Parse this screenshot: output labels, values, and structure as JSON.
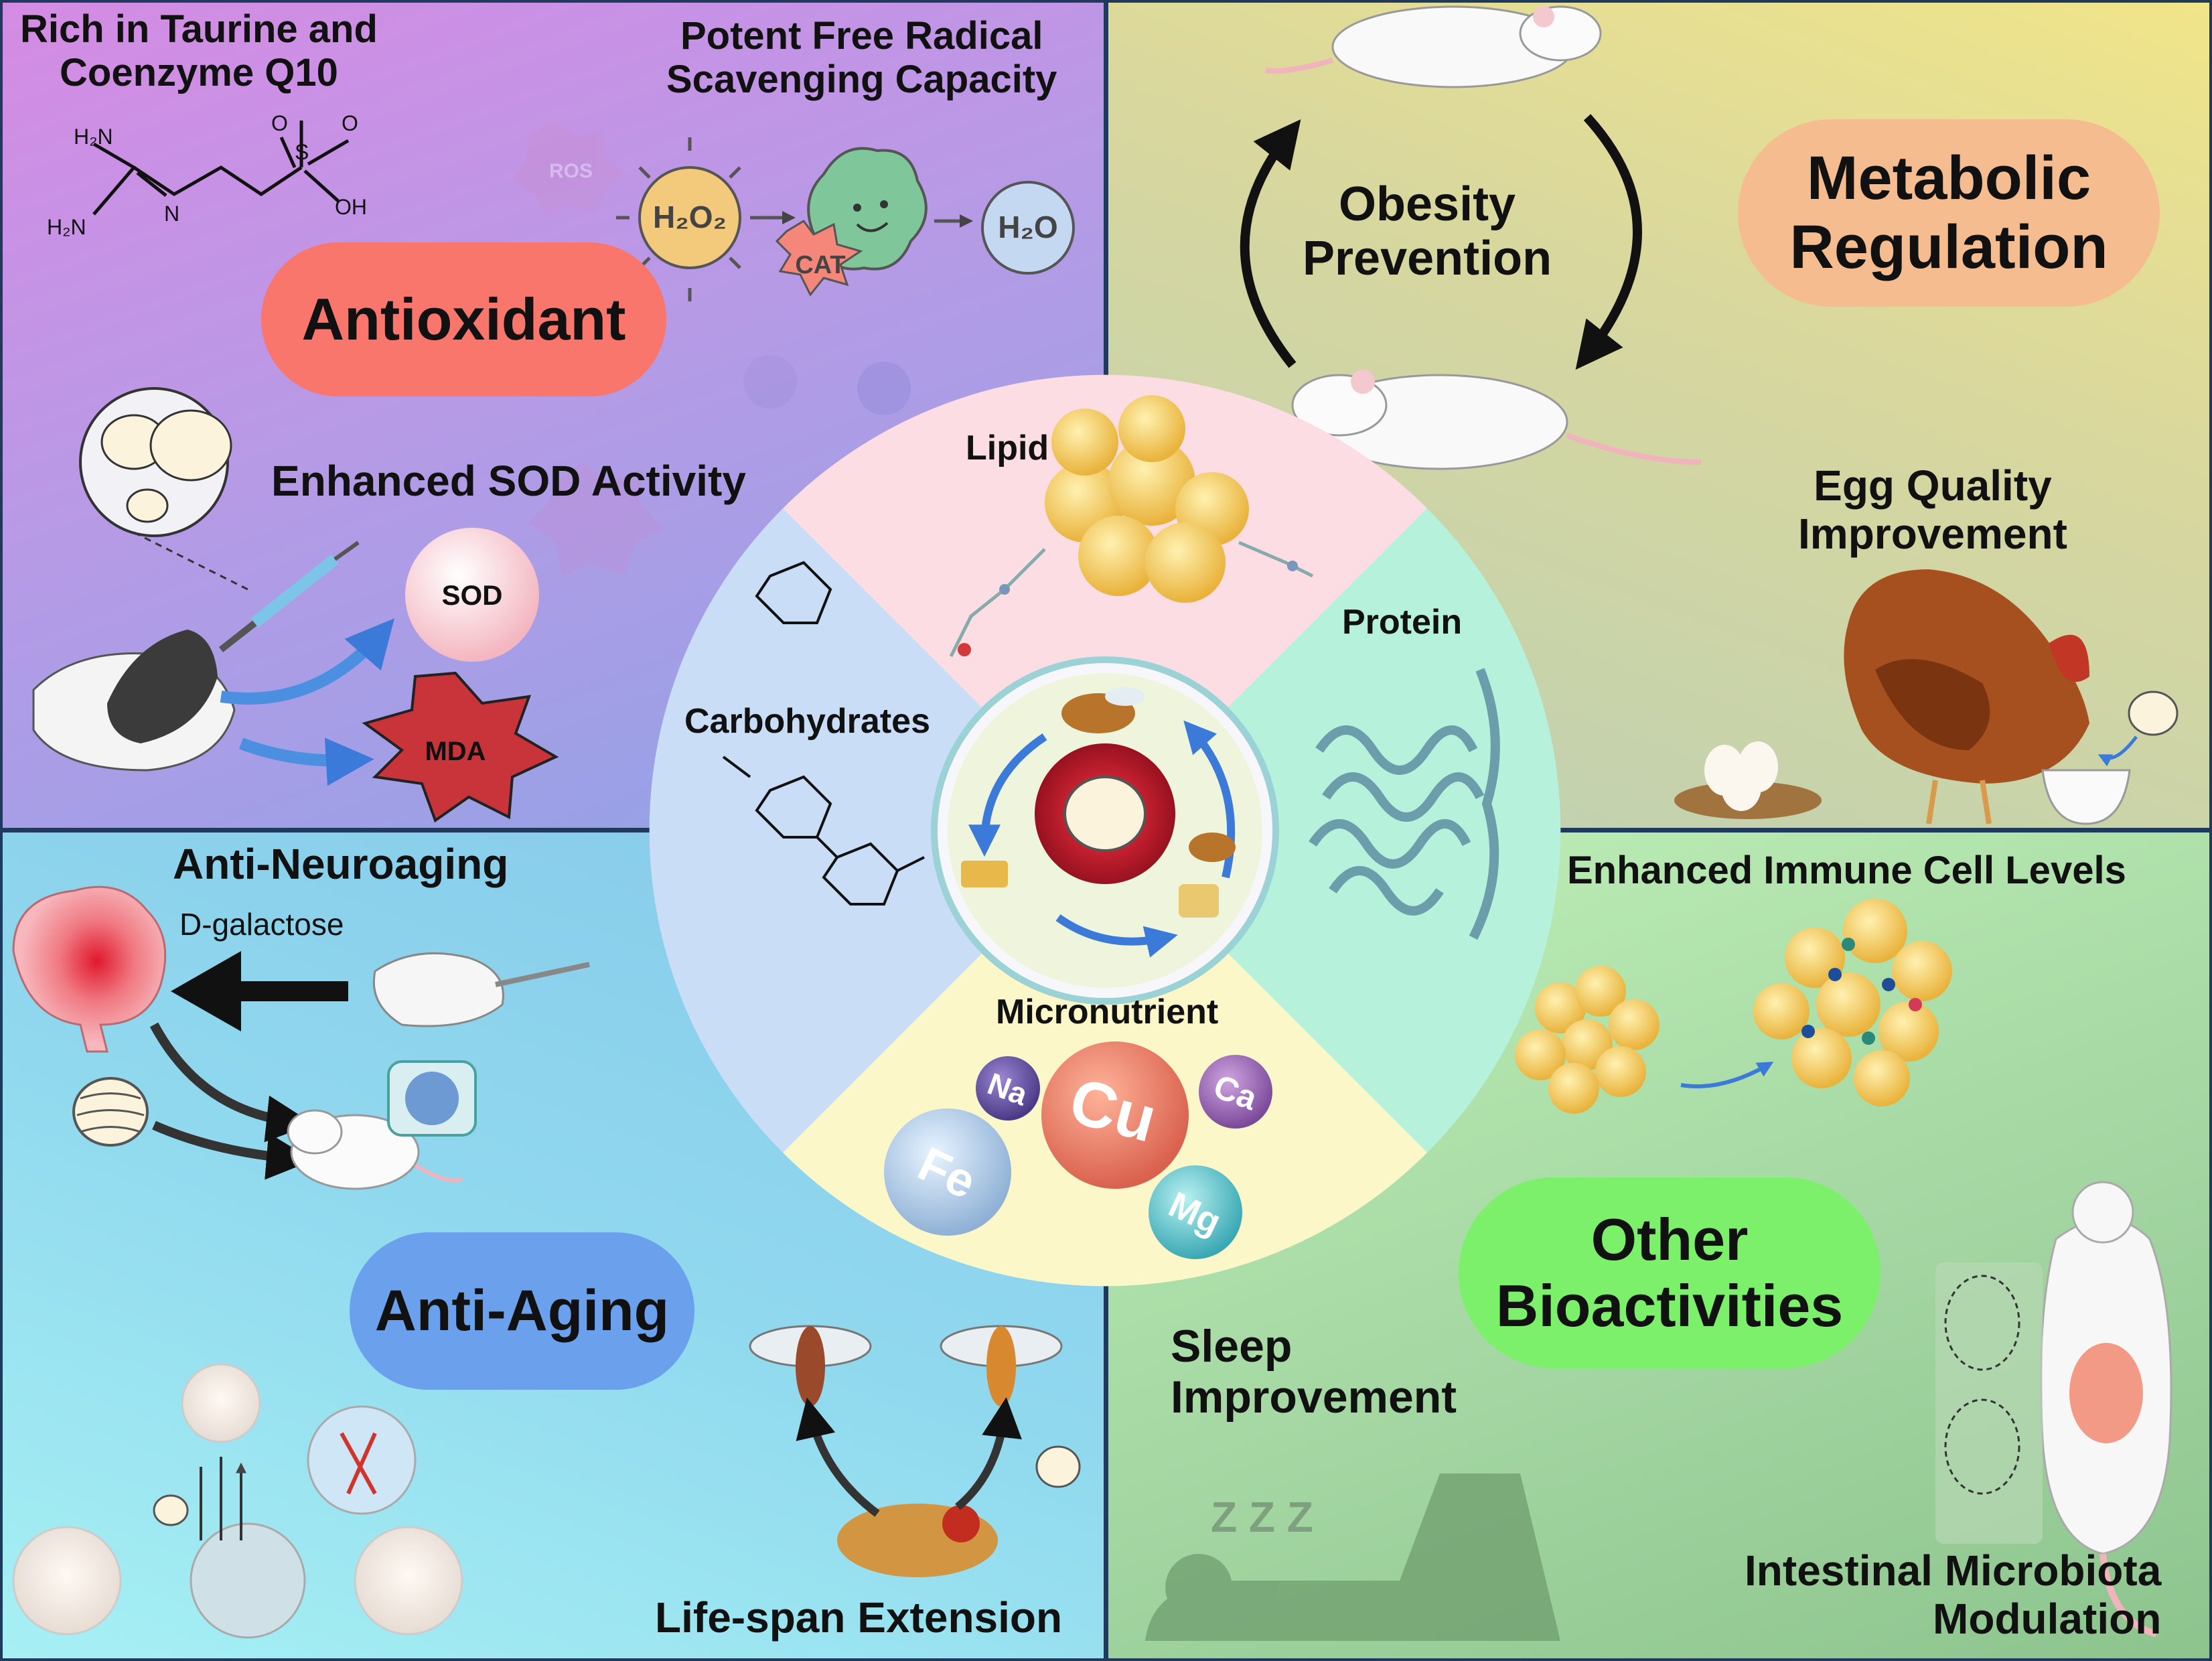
{
  "antioxidant": {
    "title": "Antioxidant",
    "taurine_label": "Rich in Taurine and\nCoenzyme Q10",
    "scavenging_label": "Potent Free Radical\nScavenging Capacity",
    "sod_activity_label": "Enhanced SOD Activity",
    "sod_bubble": "SOD",
    "mda_burst": "MDA",
    "h2o2": "H₂O₂",
    "h2o": "H₂O",
    "cat": "CAT",
    "ros": "ROS",
    "chem_h2n_top": "H₂N",
    "chem_h2n_bottom": "H₂N",
    "chem_n": "N",
    "chem_s": "S",
    "chem_o1": "O",
    "chem_o2": "O",
    "chem_oh": "OH"
  },
  "metabolic": {
    "title": "Metabolic\nRegulation",
    "obesity_label": "Obesity\nPrevention",
    "egg_label": "Egg Quality\nImprovement"
  },
  "antiaging": {
    "title": "Anti-Aging",
    "neuroaging_label": "Anti-Neuroaging",
    "dgalactose_label": "D-galactose",
    "lifespan_label": "Life-span Extension"
  },
  "other": {
    "title": "Other\nBioactivities",
    "immune_label": "Enhanced Immune Cell Levels",
    "sleep_label": "Sleep\nImprovement",
    "microbiota_label": "Intestinal Microbiota\nModulation",
    "zzz": "Z Z Z"
  },
  "center": {
    "lipid": "Lipid",
    "protein": "Protein",
    "carbohydrates": "Carbohydrates",
    "micronutrient": "Micronutrient",
    "minerals": [
      "Cu",
      "Na",
      "Ca",
      "Fe",
      "Mg"
    ]
  },
  "colors": {
    "antioxidant_pill": "#f8766c",
    "metabolic_pill": "#f5bd8f",
    "antiaging_pill": "#6aa0ec",
    "other_pill": "#7cf06a",
    "sector_lipid": "#fbdde3",
    "sector_protein": "#b6f1dc",
    "sector_micro": "#fbf7c8",
    "sector_carb": "#c9ddf6"
  }
}
